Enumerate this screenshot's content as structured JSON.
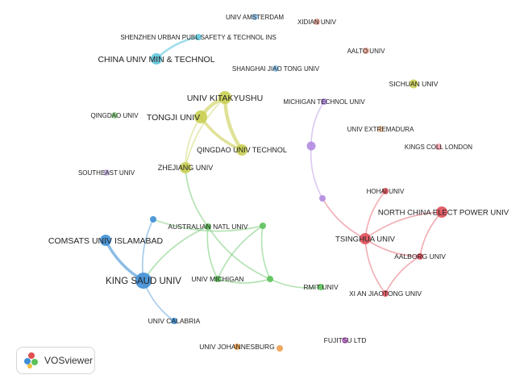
{
  "app": {
    "name": "VOSviewer"
  },
  "colors": {
    "cyan": "#5fc6dd",
    "salmon": "#e8a18f",
    "olive": "#c9cf52",
    "purple": "#b18be0",
    "green": "#5cc15a",
    "blue": "#3f8fd6",
    "red": "#e0505a",
    "orange": "#f0a050",
    "magenta": "#d07be0",
    "lightorange": "#f3c39a",
    "pink": "#f0a0a8",
    "lavender": "#c9b6e2",
    "lightgreen": "#8fd58a",
    "lightblue": "#8cc6ee"
  },
  "nodes": [
    {
      "id": "amsterdam",
      "label": "UNIV AMSTERDAM",
      "color": "lightblue",
      "size": "xs"
    },
    {
      "id": "xidian",
      "label": "XIDIAN UNIV",
      "color": "salmon",
      "size": "xs"
    },
    {
      "id": "shenzhen",
      "label": "SHENZHEN URBAN PUBL SAFETY & TECHNOL INS",
      "color": "cyan",
      "size": "xs"
    },
    {
      "id": "aalto",
      "label": "AALTO UNIV",
      "color": "salmon",
      "size": "xs"
    },
    {
      "id": "cumt",
      "label": "CHINA UNIV MIN & TECHNOL",
      "color": "cyan",
      "size": "m"
    },
    {
      "id": "sjtu",
      "label": "SHANGHAI JIAO TONG UNIV",
      "color": "lightblue",
      "size": "xs"
    },
    {
      "id": "sichuan",
      "label": "SICHUAN UNIV",
      "color": "olive",
      "size": "s"
    },
    {
      "id": "kitakyushu",
      "label": "UNIV KITAKYUSHU",
      "color": "olive",
      "size": "l"
    },
    {
      "id": "michtech",
      "label": "MICHIGAN TECHNOL UNIV",
      "color": "purple",
      "size": "xs"
    },
    {
      "id": "qingdao",
      "label": "QINGDAO UNIV",
      "color": "lightgreen",
      "size": "xs"
    },
    {
      "id": "tongji",
      "label": "TONGJI UNIV",
      "color": "olive",
      "size": "l"
    },
    {
      "id": "extremadura",
      "label": "UNIV EXTREMADURA",
      "color": "lightorange",
      "size": "xs"
    },
    {
      "id": "qut",
      "label": "QINGDAO UNIV TECHNOL",
      "color": "olive",
      "size": "m"
    },
    {
      "id": "kcl",
      "label": "KINGS COLL LONDON",
      "color": "pink",
      "size": "xs"
    },
    {
      "id": "purple1",
      "label": "",
      "color": "purple",
      "size": "s"
    },
    {
      "id": "southeast",
      "label": "SOUTHEAST UNIV",
      "color": "lavender",
      "size": "xs"
    },
    {
      "id": "zhejiang",
      "label": "ZHEJIANG UNIV",
      "color": "olive",
      "size": "m"
    },
    {
      "id": "hohai",
      "label": "HOHAI UNIV",
      "color": "red",
      "size": "xs"
    },
    {
      "id": "purple2",
      "label": "",
      "color": "purple",
      "size": "xs"
    },
    {
      "id": "ncepu",
      "label": "NORTH CHINA ELECT POWER UNIV",
      "color": "red",
      "size": "m"
    },
    {
      "id": "blue1",
      "label": "",
      "color": "blue",
      "size": "xs"
    },
    {
      "id": "anu",
      "label": "AUSTRALIAN NATL UNIV",
      "color": "green",
      "size": "xs"
    },
    {
      "id": "green1",
      "label": "",
      "color": "green",
      "size": "xs"
    },
    {
      "id": "comsats",
      "label": "COMSATS UNIV ISLAMABAD",
      "color": "blue",
      "size": "m"
    },
    {
      "id": "tsinghua",
      "label": "TSINGHUA UNIV",
      "color": "red",
      "size": "m"
    },
    {
      "id": "aalborg",
      "label": "AALBORG UNIV",
      "color": "red",
      "size": "xs"
    },
    {
      "id": "ksu",
      "label": "KING SAUD UNIV",
      "color": "blue",
      "size": "xl"
    },
    {
      "id": "umich",
      "label": "UNIV MICHIGAN",
      "color": "green",
      "size": "xs"
    },
    {
      "id": "green2",
      "label": "",
      "color": "green",
      "size": "xs"
    },
    {
      "id": "rmit",
      "label": "RMIT UNIV",
      "color": "green",
      "size": "xs"
    },
    {
      "id": "xjtu",
      "label": "XI AN JIAOTONG UNIV",
      "color": "red",
      "size": "xs"
    },
    {
      "id": "calabria",
      "label": "UNIV CALABRIA",
      "color": "blue",
      "size": "xs"
    },
    {
      "id": "johannesburg",
      "label": "UNIV JOHANNESBURG",
      "color": "orange",
      "size": "xs"
    },
    {
      "id": "orange1",
      "label": "",
      "color": "orange",
      "size": "xs"
    },
    {
      "id": "fujitsu",
      "label": "FUJITSU LTD",
      "color": "magenta",
      "size": "xs"
    }
  ],
  "links": [
    {
      "from": "shenzhen",
      "to": "cumt",
      "color": "cyan",
      "weight": 2
    },
    {
      "from": "kitakyushu",
      "to": "tongji",
      "color": "olive",
      "weight": 4
    },
    {
      "from": "kitakyushu",
      "to": "qut",
      "color": "olive",
      "weight": 4
    },
    {
      "from": "tongji",
      "to": "qut",
      "color": "olive",
      "weight": 3
    },
    {
      "from": "tongji",
      "to": "zhejiang",
      "color": "olive",
      "weight": 1
    },
    {
      "from": "kitakyushu",
      "to": "zhejiang",
      "color": "olive",
      "weight": 1
    },
    {
      "from": "zhejiang",
      "to": "anu",
      "color": "green",
      "weight": 1
    },
    {
      "from": "michtech",
      "to": "purple1",
      "color": "purple",
      "weight": 1
    },
    {
      "from": "purple1",
      "to": "purple2",
      "color": "purple",
      "weight": 1
    },
    {
      "from": "purple2",
      "to": "tsinghua",
      "color": "red",
      "weight": 1
    },
    {
      "from": "hohai",
      "to": "tsinghua",
      "color": "red",
      "weight": 1
    },
    {
      "from": "ncepu",
      "to": "tsinghua",
      "color": "red",
      "weight": 1
    },
    {
      "from": "ncepu",
      "to": "aalborg",
      "color": "red",
      "weight": 1
    },
    {
      "from": "tsinghua",
      "to": "aalborg",
      "color": "red",
      "weight": 1
    },
    {
      "from": "tsinghua",
      "to": "xjtu",
      "color": "red",
      "weight": 1
    },
    {
      "from": "aalborg",
      "to": "xjtu",
      "color": "red",
      "weight": 1
    },
    {
      "from": "blue1",
      "to": "ksu",
      "color": "blue",
      "weight": 1
    },
    {
      "from": "blue1",
      "to": "green1",
      "color": "green",
      "weight": 1
    },
    {
      "from": "comsats",
      "to": "ksu",
      "color": "blue",
      "weight": 3
    },
    {
      "from": "ksu",
      "to": "calabria",
      "color": "blue",
      "weight": 1
    },
    {
      "from": "anu",
      "to": "umich",
      "color": "green",
      "weight": 1
    },
    {
      "from": "anu",
      "to": "green2",
      "color": "green",
      "weight": 1
    },
    {
      "from": "green1",
      "to": "umich",
      "color": "green",
      "weight": 1
    },
    {
      "from": "green1",
      "to": "green2",
      "color": "green",
      "weight": 1
    },
    {
      "from": "umich",
      "to": "green2",
      "color": "green",
      "weight": 1
    },
    {
      "from": "green2",
      "to": "rmit",
      "color": "green",
      "weight": 1
    },
    {
      "from": "anu",
      "to": "ksu",
      "color": "green",
      "weight": 1
    }
  ]
}
